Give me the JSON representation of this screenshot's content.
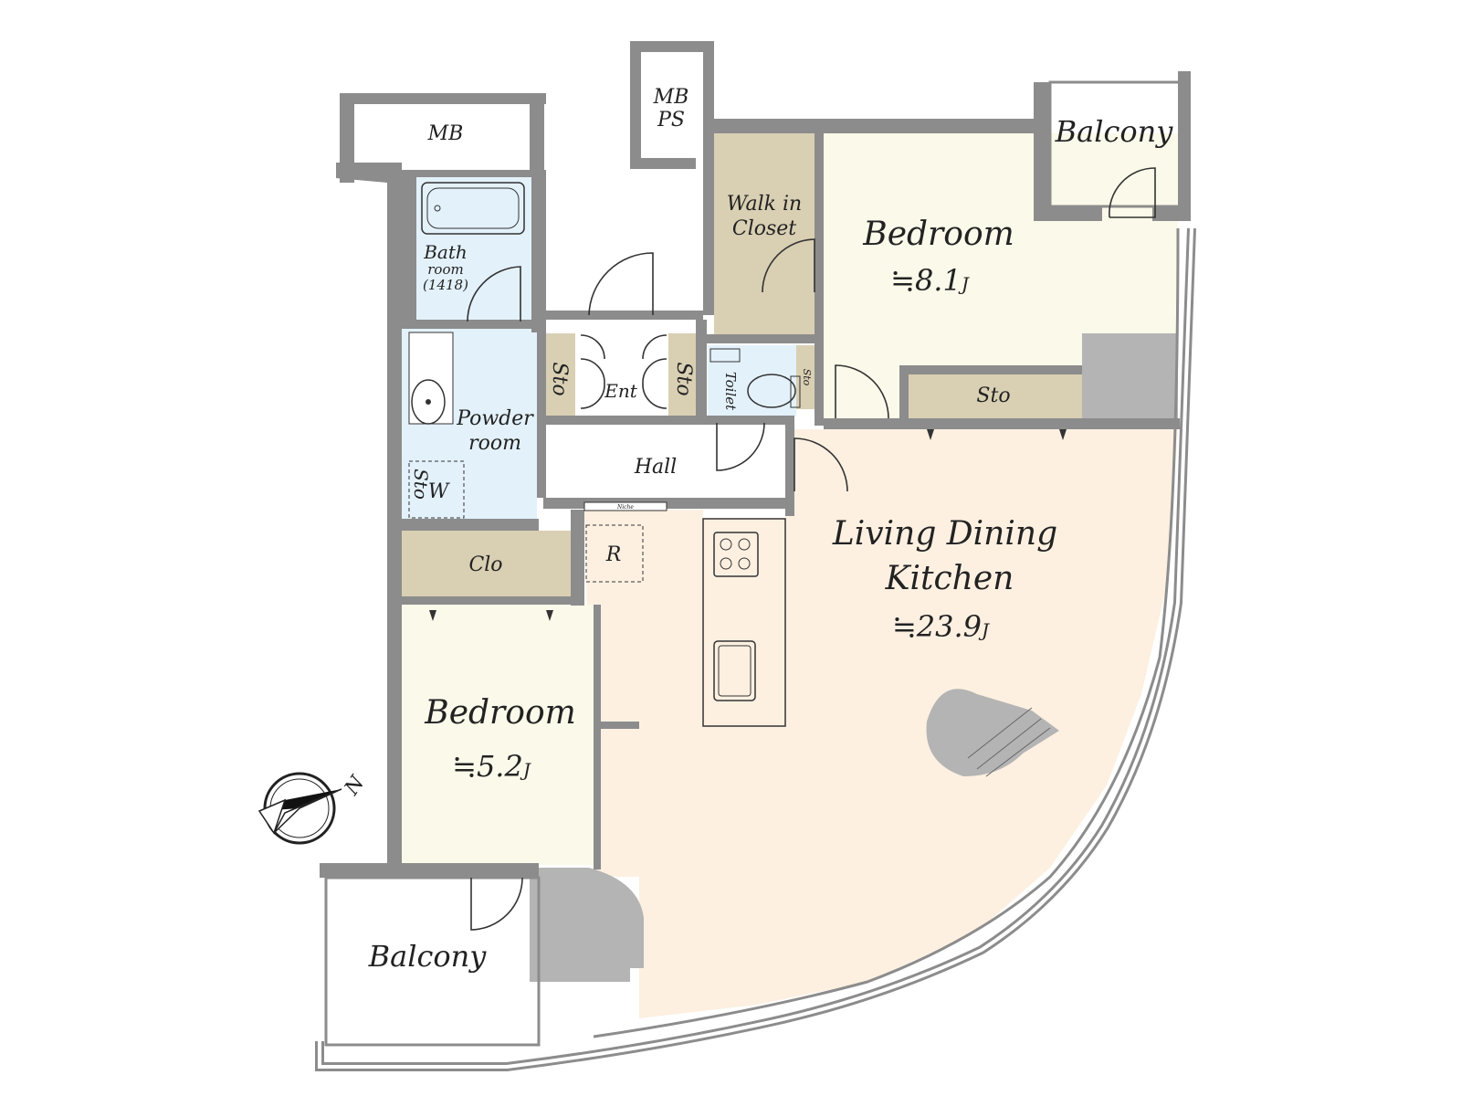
{
  "colors": {
    "wall": "#8c8c8c",
    "ldk_floor": "#fdf0e1",
    "bedroom_floor": "#fbf9e9",
    "storage_floor": "#d9cfb3",
    "wet_area_floor": "#e3f1fb",
    "column_fill": "#b4b4b4",
    "balcony_fill": "#ffffff"
  },
  "rooms": {
    "ldk": {
      "name_line1": "Living Dining",
      "name_line2": "Kitchen",
      "area": "≒23.9",
      "unit": "J"
    },
    "bedroom_main": {
      "name": "Bedroom",
      "area": "≒8.1",
      "unit": "J"
    },
    "bedroom_small": {
      "name": "Bedroom",
      "area": "≒5.2",
      "unit": "J"
    },
    "walk_in_closet": {
      "line1": "Walk in",
      "line2": "Closet"
    },
    "balcony_top": "Balcony",
    "balcony_bottom": "Balcony",
    "mb_top_left": "MB",
    "mbps": {
      "line1": "MB",
      "line2": "PS"
    },
    "bathroom": {
      "line1": "Bath",
      "line2": "room",
      "line3": "(1418)"
    },
    "powder_room": {
      "line1": "Powder",
      "line2": "room"
    },
    "sto_ent_left": "Sto",
    "sto_ent_right": "Sto",
    "sto_bedroom": "Sto",
    "sto_powder": "Sto",
    "sto_toilet": "Sto",
    "washer": "W",
    "entrance": "Ent",
    "toilet": "Toilet",
    "hall": "Hall",
    "niche": "Niche",
    "closet": "Clo",
    "refrigerator": "R"
  },
  "compass": {
    "label": "N",
    "icon": "north-arrow-icon"
  }
}
